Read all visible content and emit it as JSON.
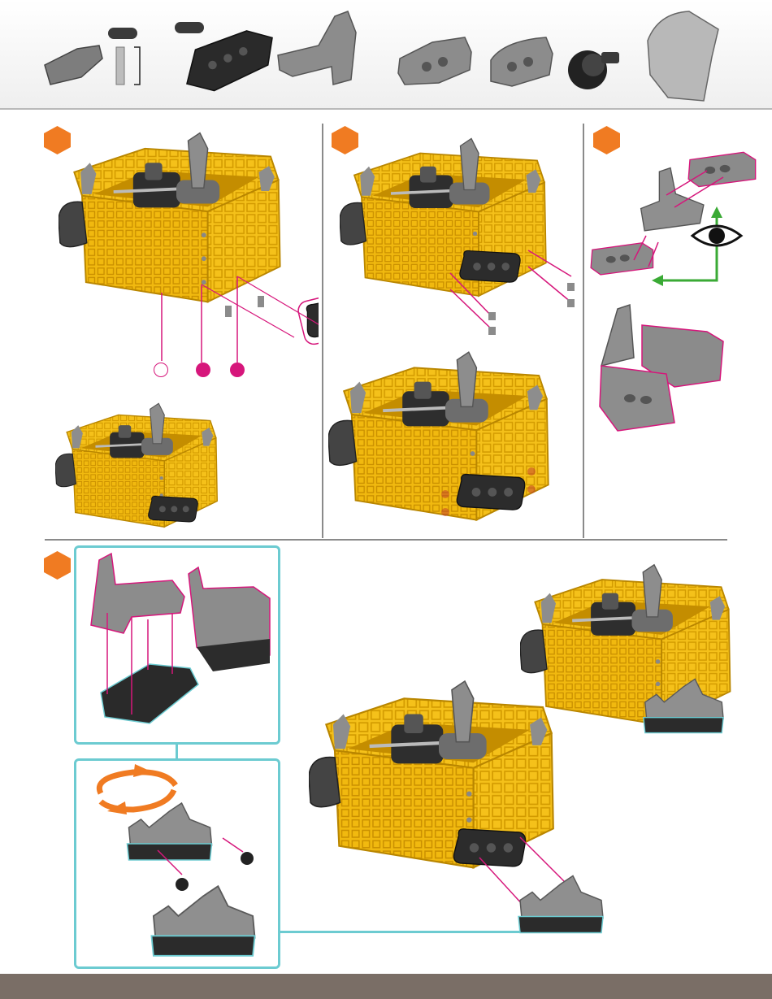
{
  "colors": {
    "accent_orange": "#f07b22",
    "magenta": "#d6167b",
    "teal": "#6ccbd1",
    "green": "#3aaa35",
    "yellow": "#f5c11a",
    "footer": "#7a6e66"
  },
  "parts": [
    {
      "icon": "axle-connector-icon",
      "quantity_shape": "dark-pill"
    },
    {
      "icon": "double-plate-icon",
      "quantity_shape": "dark-pill"
    },
    {
      "icon": "angled-bracket-icon"
    },
    {
      "icon": "light-beam-icon"
    },
    {
      "icon": "curved-beam-icon"
    },
    {
      "icon": "wheel-hub-icon"
    },
    {
      "icon": "gray-shell-icon"
    }
  ],
  "steps": [
    {
      "id": "step-a",
      "marker": "orange-hexagon"
    },
    {
      "id": "step-b",
      "marker": "orange-hexagon"
    },
    {
      "id": "step-c",
      "marker": "orange-hexagon"
    },
    {
      "id": "step-d",
      "marker": "orange-hexagon"
    }
  ],
  "hole_markers": [
    "open-circle",
    "filled-circle",
    "filled-circle"
  ],
  "view_hint_icon": "eye-icon",
  "rotate_hint_icon": "rotate-arrows-icon"
}
